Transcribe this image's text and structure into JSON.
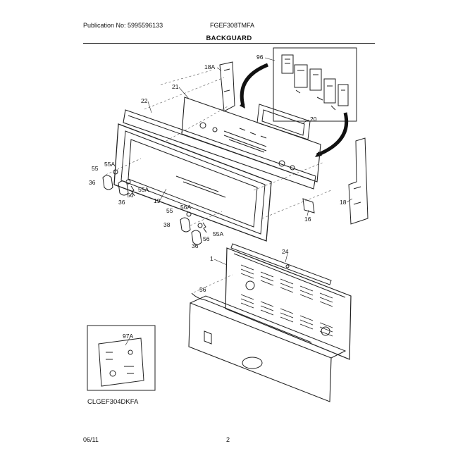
{
  "header": {
    "publication": "Publication No: 5995596133",
    "model": "FGEF308TMFA",
    "section": "BACKGUARD"
  },
  "footer": {
    "date": "06/11",
    "page": "2"
  },
  "inset": {
    "label": "CLGEF304DKFA"
  },
  "callouts": {
    "c96": "96",
    "c18A": "18A",
    "c21": "21",
    "c22": "22",
    "c20": "20",
    "c55A_a": "55A",
    "c55_a": "55",
    "c36_a": "36",
    "c56_a": "56",
    "c55A_b": "55A",
    "c36_b": "36",
    "c19": "19",
    "c18": "18",
    "c16": "16",
    "c56A": "56A",
    "c55_b": "55",
    "c38": "38",
    "c55A_c": "55A",
    "c36_c": "36",
    "c56_b": "56",
    "c24": "24",
    "c1": "1",
    "c56_c": "56",
    "c97A": "97A"
  }
}
